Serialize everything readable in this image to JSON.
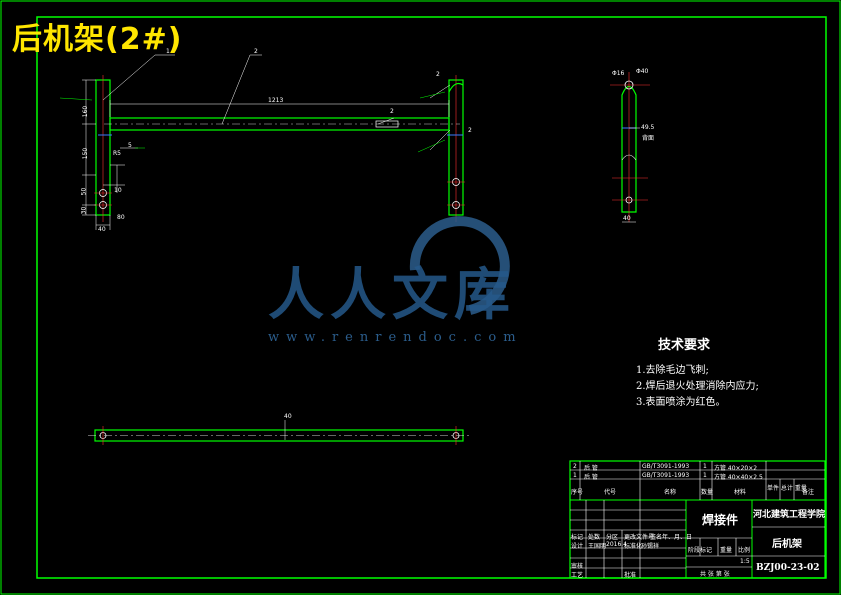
{
  "drawing_title": "后机架(2#)",
  "watermark": {
    "text": "人人文库",
    "url": "www.renrendoc.com"
  },
  "technical_requirements": {
    "heading": "技术要求",
    "items": [
      "1.去除毛边飞刺;",
      "2.焊后退火处理消除内应力;",
      "3.表面喷涂为红色。"
    ]
  },
  "dimensions": {
    "span": "1213",
    "height_a": "160",
    "height_b": "150",
    "height_c": "50",
    "height_d": "30",
    "width_a": "10",
    "width_b": "80",
    "width_c": "40",
    "radius": "R5",
    "leader_5": "5",
    "leader_1": "1",
    "leader_2": "2",
    "leader_2b": "2",
    "bottom_40": "40",
    "side_d16": "Φ16",
    "side_d40": "Φ40",
    "side_49": "49.5",
    "side_40": "40",
    "side_note": "背面"
  },
  "bom": [
    {
      "no": "2",
      "name": "后 管",
      "std": "GB/T3091-1993",
      "qty": "1",
      "material": "方管 40×20×2"
    },
    {
      "no": "1",
      "name": "后 管",
      "std": "GB/T3091-1993",
      "qty": "1",
      "material": "方管 40×40×2.5"
    }
  ],
  "bom_header": {
    "no": "序号",
    "code": "代号",
    "name": "名称",
    "qty": "数量",
    "material": "材料",
    "weight": "单件 总计 重量",
    "note": "备注"
  },
  "title_block": {
    "part": "焊接件",
    "school": "河北建筑工程学院",
    "name": "后机架",
    "code": "BZJ00-23-02",
    "scale": "1:5",
    "sheet": "共 张 第 张",
    "labels": [
      "标记",
      "处数",
      "分区",
      "更改文件号",
      "签名",
      "年、月、日",
      "设计",
      "标准化",
      "阶段标记",
      "重量",
      "比例",
      "审核",
      "工艺",
      "批准"
    ],
    "designer": "王国明",
    "date": "2016.4",
    "reviewer": "孙锡祥"
  },
  "colors": {
    "frame": "#00ff00",
    "line": "#ffffff",
    "center": "#ff3030",
    "hidden": "#3a7bff",
    "title": "#ffe600"
  }
}
